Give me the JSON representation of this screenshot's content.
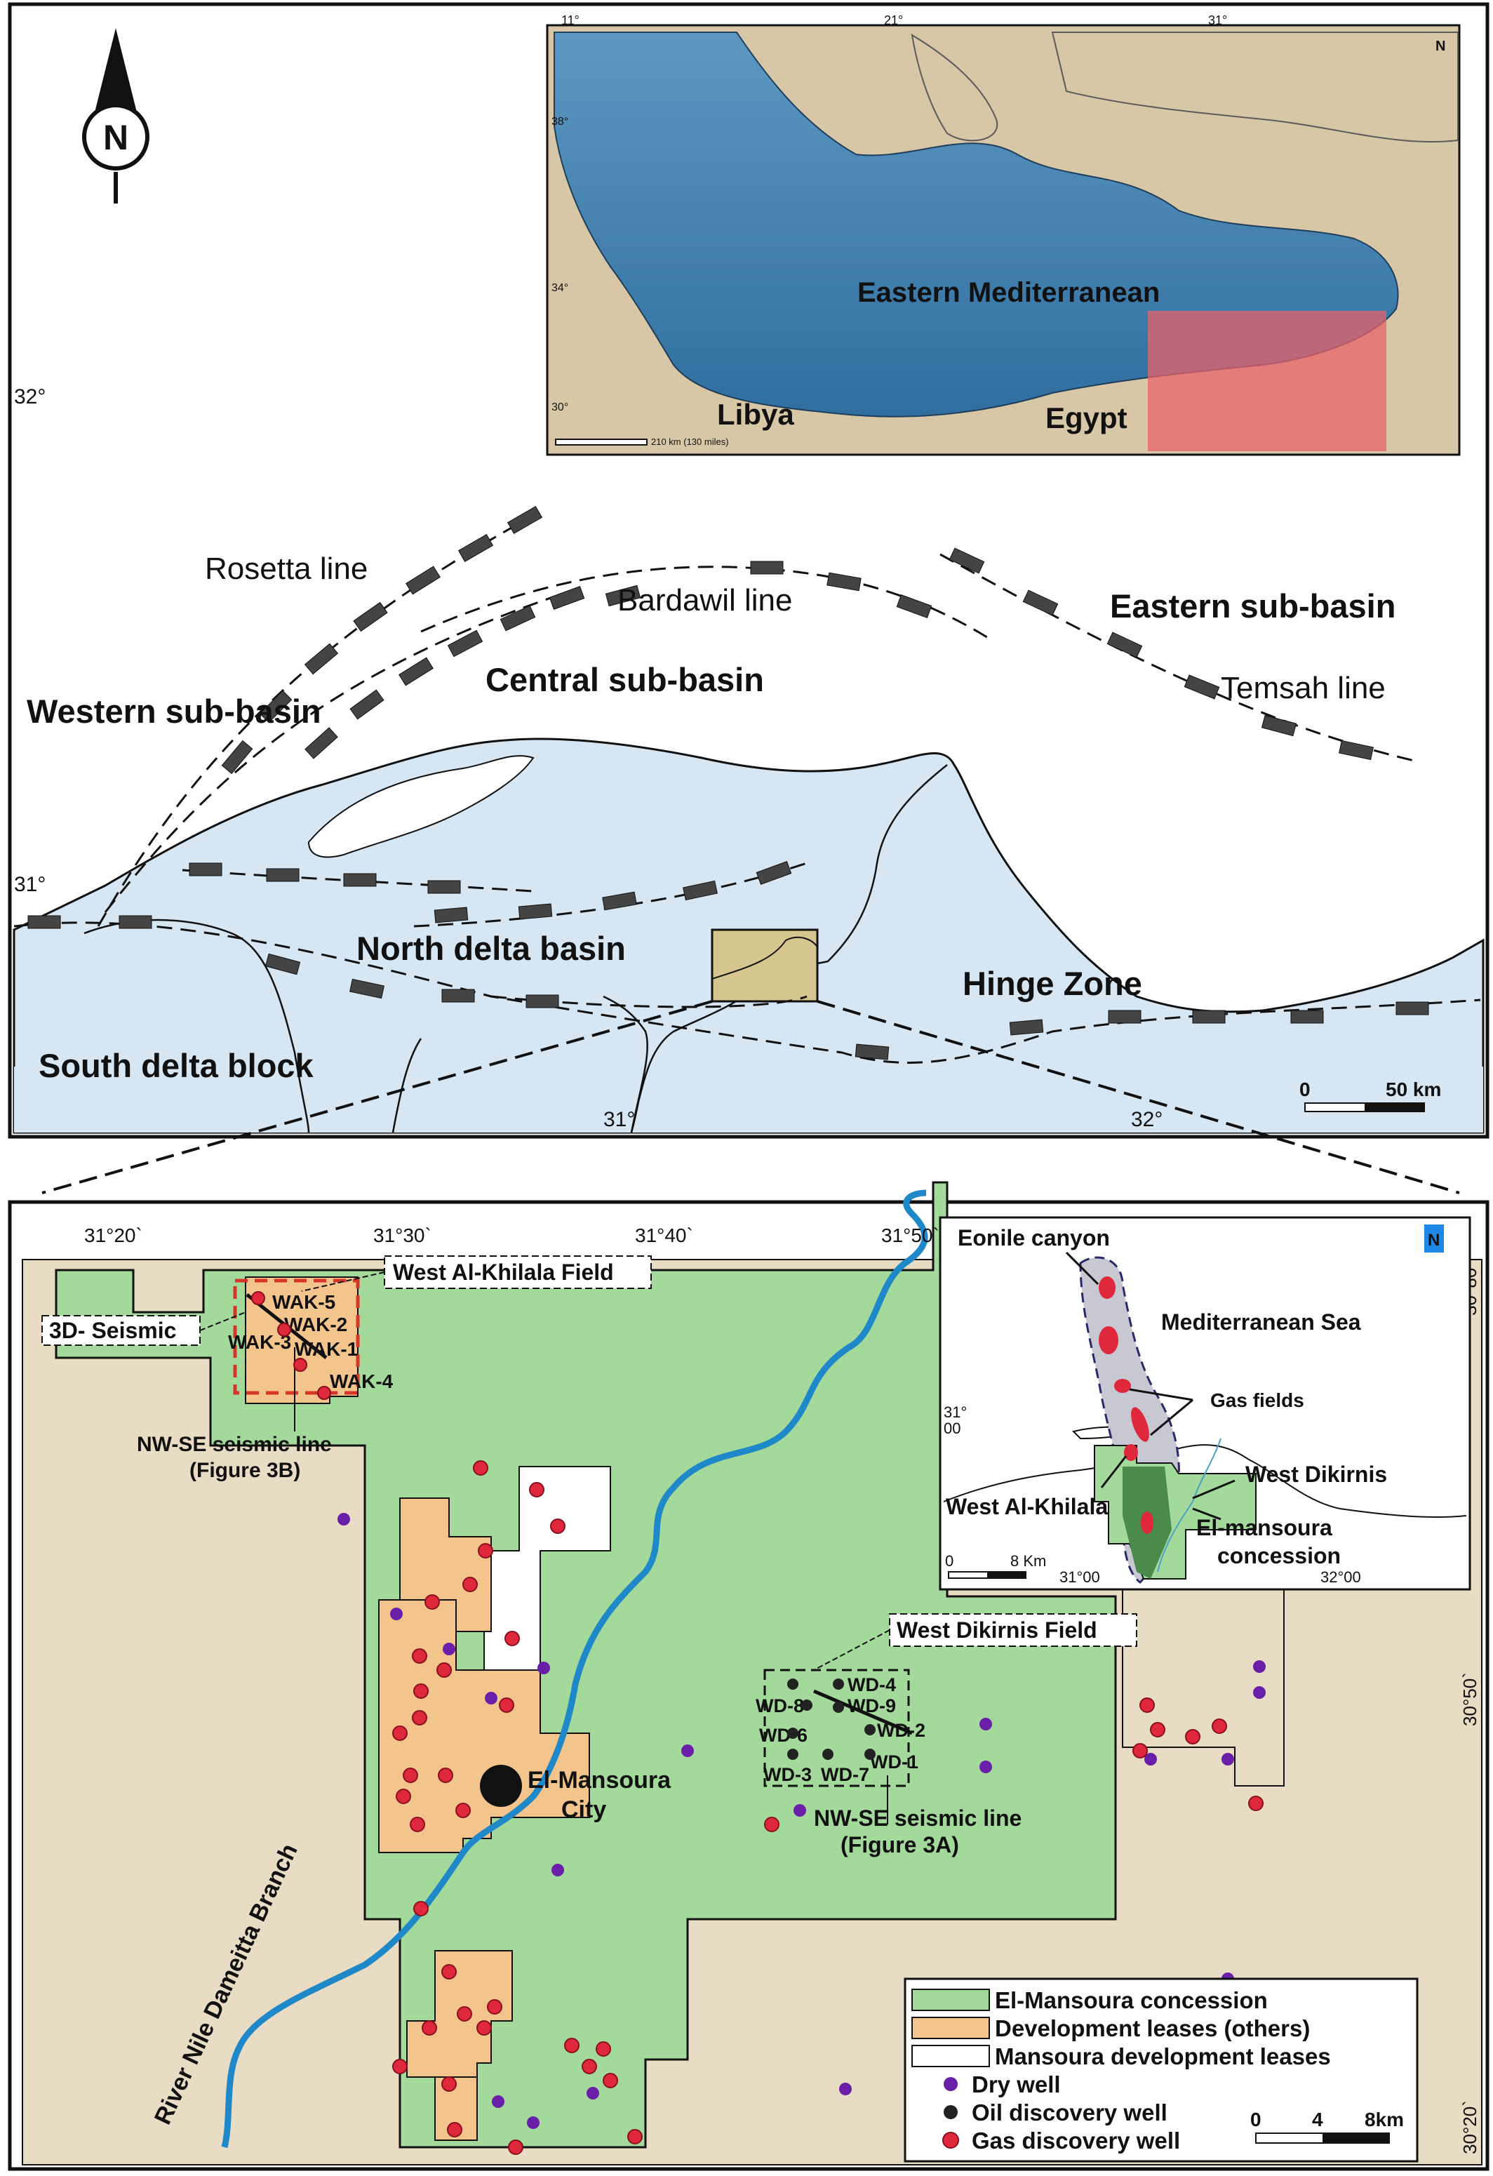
{
  "colors": {
    "sea": "#d6e7f3",
    "land": "#e8dcc4",
    "concession": "#a3d99a",
    "dev_leases_others": "#f3c48c",
    "mansoura_dev_leases": "#ffffff",
    "study_box": "#d6c58f",
    "inset_sea": "#3f7fae",
    "inset_land": "#d8c7a6",
    "inset_highlight": "#e8636b",
    "river": "#1e88c8",
    "dry_well": "#6a1fa8",
    "oil_well": "#222222",
    "gas_well": "#e0283c",
    "gas_field_zone": "#c8c8d2",
    "seismic_box": "#d8352a"
  },
  "north_arrow": {
    "label": "N"
  },
  "inset_overview": {
    "top_ticks": [
      "11°",
      "21°",
      "31°"
    ],
    "left_ticks": [
      "38°",
      "34°",
      "30°"
    ],
    "label_sea": "Eastern Mediterranean",
    "label_libya": "Libya",
    "label_egypt": "Egypt",
    "scale_text": "210 km (130 miles)",
    "north_label": "N"
  },
  "regional_map": {
    "lat_32": "32°",
    "lat_31": "31°",
    "lon_31": "31°",
    "lon_32": "32°",
    "labels": {
      "rosetta": "Rosetta line",
      "bardawil": "Bardawil line",
      "eastern": "Eastern sub-basin",
      "temsah": "Temsah line",
      "central": "Central sub-basin",
      "western": "Western sub-basin",
      "north_delta": "North delta basin",
      "hinge": "Hinge Zone",
      "south_delta": "South delta block"
    },
    "scale": {
      "zero": "0",
      "end": "50 km"
    }
  },
  "detail_map": {
    "top_ticks": [
      "31°20`",
      "31°30`",
      "31°40`",
      "31°50`"
    ],
    "right_ticks": [
      "30°80`",
      "30°50`",
      "30°20`"
    ],
    "field_west_khilala": "West Al-Khilala Field",
    "seismic_3d": "3D- Seismic",
    "wak_wells": [
      "WAK-5",
      "WAK-2",
      "WAK-3",
      "WAK-1",
      "WAK-4"
    ],
    "seismic_line_b": [
      "NW-SE seismic line",
      "(Figure 3B)"
    ],
    "field_west_dikirnis": "West Dikirnis Field",
    "wd_wells": [
      "WD-4",
      "WD-8",
      "WD-9",
      "WD-2",
      "WD-6",
      "WD-3",
      "WD-7",
      "WD-1"
    ],
    "seismic_line_a": [
      "NW-SE seismic line",
      "(Figure 3A)"
    ],
    "city": [
      "El-Mansoura",
      "City"
    ],
    "river": "River Nile  Dameitta Branch",
    "legend": {
      "concession": "El-Mansoura concession",
      "dev_others": "Development leases (others)",
      "mansoura_dev": "Mansoura development leases",
      "dry": "Dry well",
      "oil": "Oil discovery well",
      "gas": "Gas discovery well"
    },
    "scale": {
      "zero": "0",
      "mid": "4",
      "end": "8km"
    }
  },
  "inset_location": {
    "eonile": "Eonile canyon",
    "med_sea": "Mediterranean Sea",
    "gas_fields": "Gas fields",
    "west_dikirnis": "West Dikirnis",
    "west_khilala": "West Al-Khilala",
    "concession": [
      "El-mansoura",
      "concession"
    ],
    "tick_31": [
      "31°",
      "00"
    ],
    "tick_3100": "31°00",
    "tick_3200": "32°00",
    "scale": {
      "zero": "0",
      "end": "8 Km"
    },
    "north_label": "N"
  }
}
